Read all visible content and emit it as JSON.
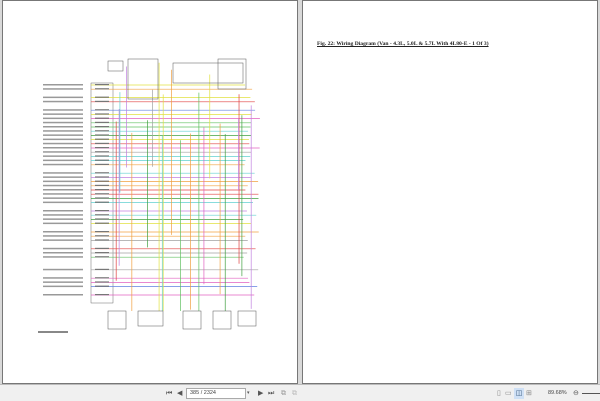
{
  "document": {
    "right_page_title": "Fig. 22: Wiring Diagram (Van - 4.3L, 5.0L & 5.7L With 4L80-E - 1 Of 3)"
  },
  "toolbar": {
    "page_value": "385 / 2324",
    "current_page": 385,
    "total_pages": 2324,
    "zoom": "89.68%",
    "icons": [
      "first-page-icon",
      "previous-page-icon",
      "dropdown-icon",
      "next-page-icon",
      "last-page-icon",
      "go-back-icon",
      "go-forward-icon",
      "single-page-view-icon",
      "continuous-view-icon",
      "two-page-view-icon",
      "two-page-continuous-icon",
      "zoom-out-icon"
    ]
  },
  "colors": {
    "wires": [
      "#e060c0",
      "#60c060",
      "#6080e0",
      "#c080e0",
      "#f0a040",
      "#e0e040",
      "#60d0d0",
      "#e04040",
      "#a0a0a0",
      "#40a040"
    ]
  }
}
